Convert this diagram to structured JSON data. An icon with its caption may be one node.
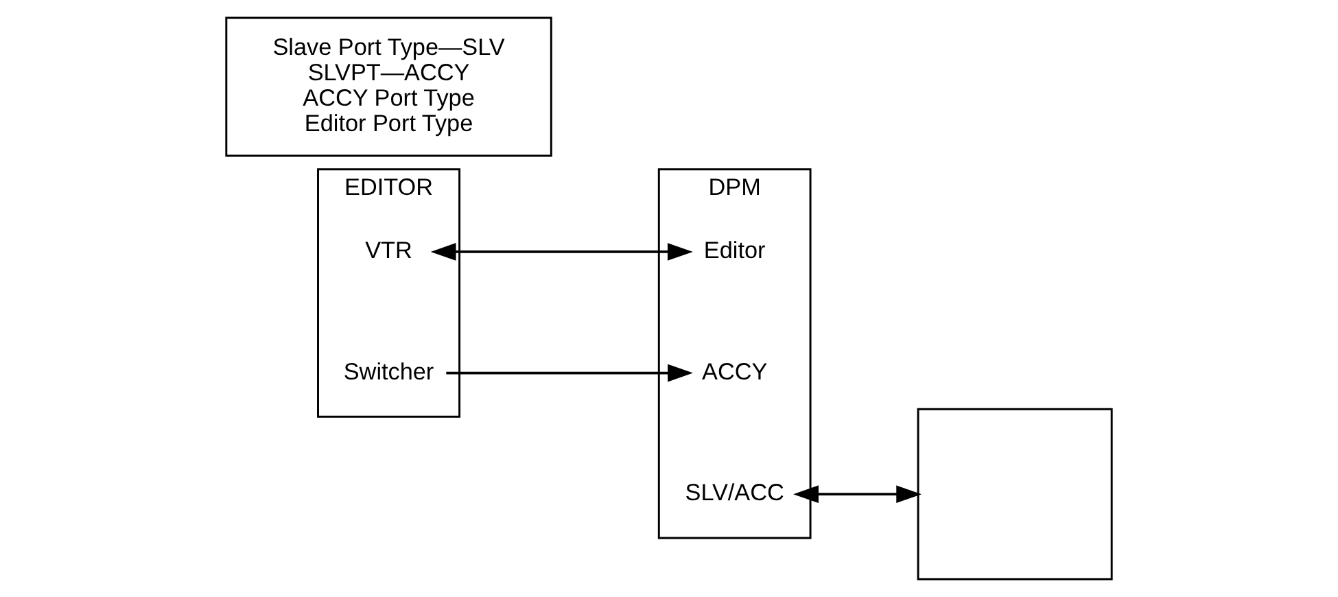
{
  "diagram": {
    "nodes": [
      {
        "text": [
          "EDITOR"
        ]
      },
      {
        "text": [
          "VTR"
        ],
        "in": 0
      },
      {
        "text": [
          "Switcher"
        ],
        "in": 0
      },
      {
        "text": [
          "DPM"
        ]
      },
      {
        "text": [
          "Editor"
        ],
        "in": 3
      },
      {
        "text": [
          "ACCY"
        ],
        "in": 3
      },
      {
        "text": [
          "SLV/ACC"
        ],
        "in": 3
      },
      {
        "text": [],
        "shape": "box"
      },
      {
        "text": [
          "Slave Port Type—SLV",
          "SLVPT—ACCY",
          "ACCY Port Type",
          "Editor Port Type"
        ]
      }
    ],
    "edges": [
      {
        "from": 1,
        "to": 4,
        "arrow": "both"
      },
      {
        "from": 2,
        "to": 5,
        "arrow": "to"
      },
      {
        "from": 6,
        "to": 7,
        "arrow": "both"
      }
    ]
  }
}
